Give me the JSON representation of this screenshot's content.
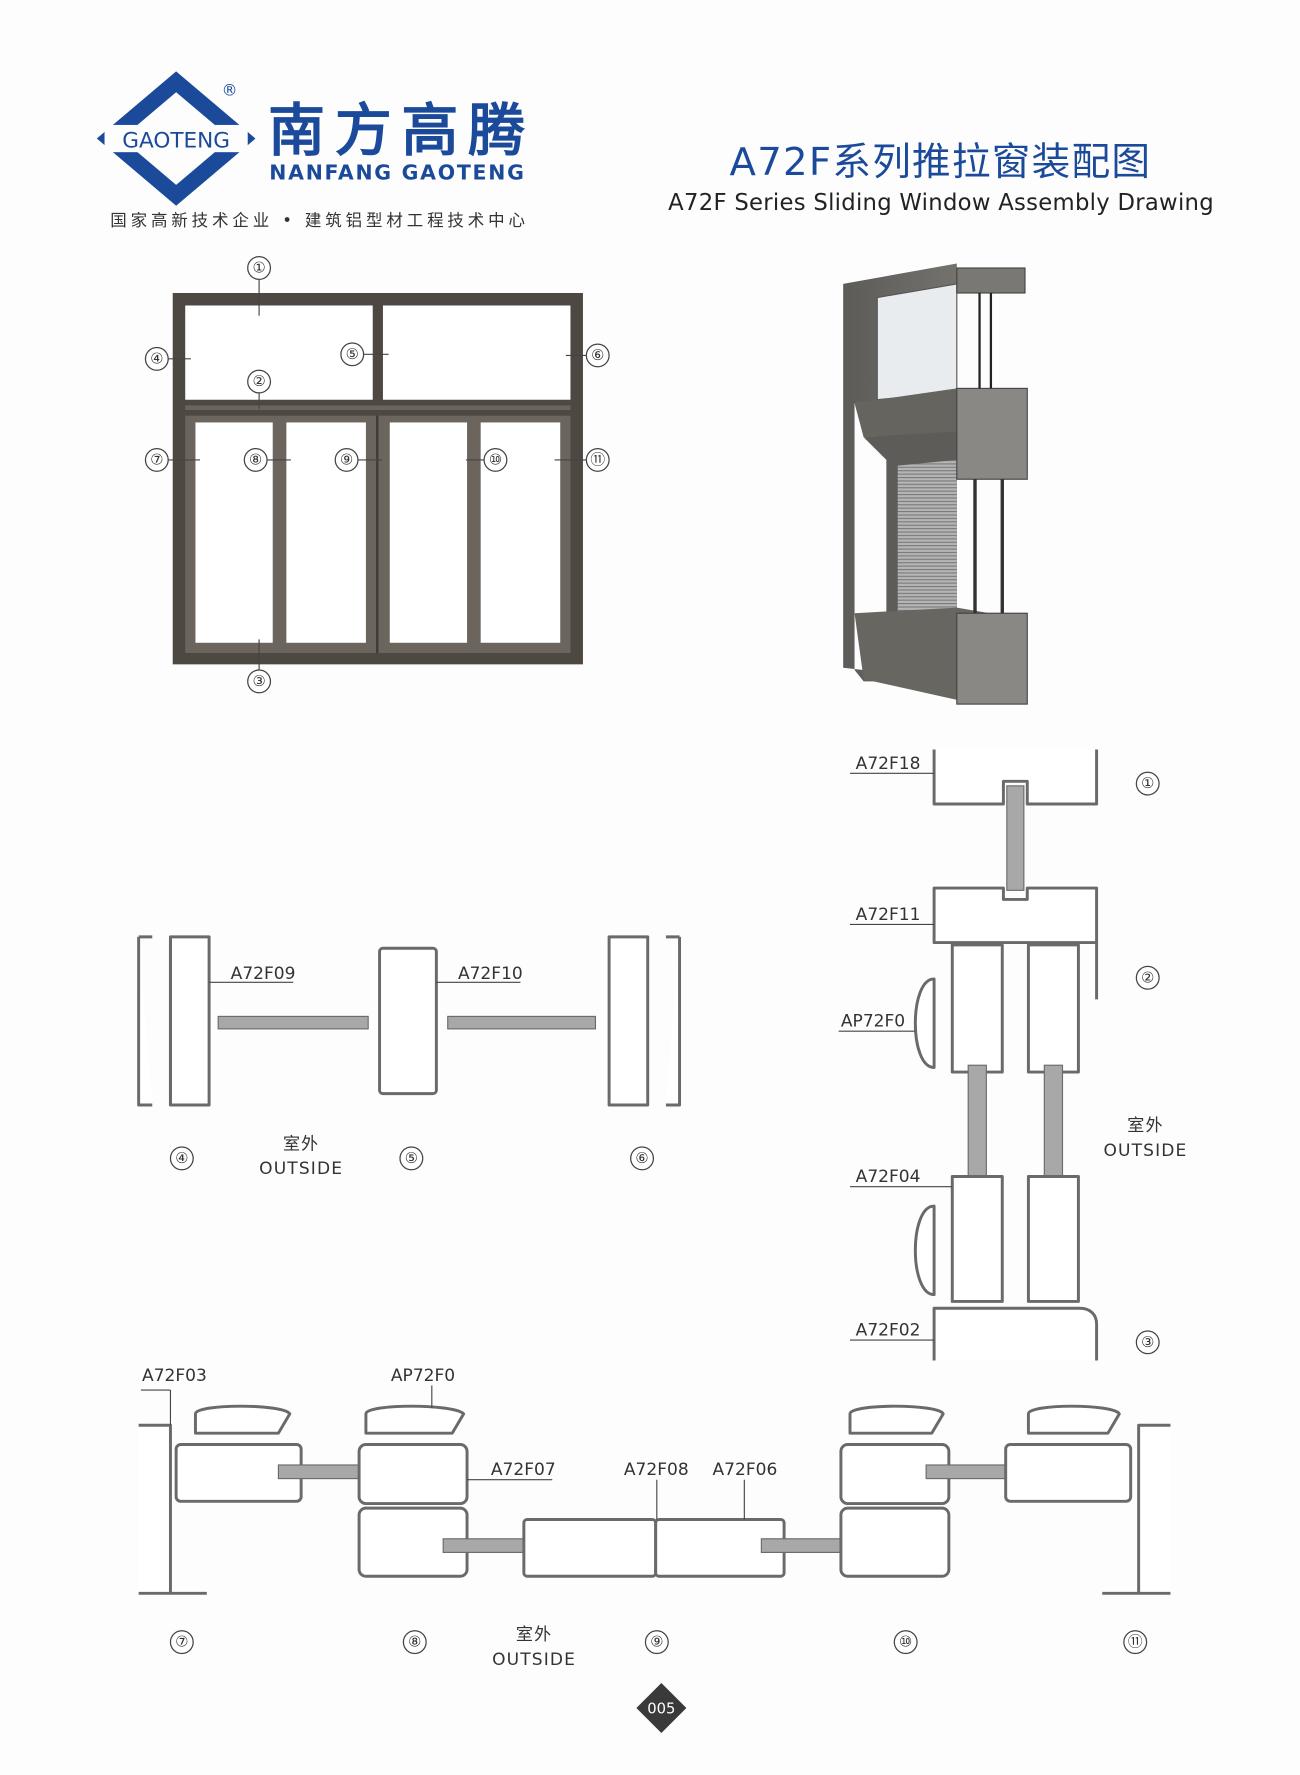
{
  "brand": {
    "logo_text": "GAOTENG",
    "registered": "®",
    "name_cn": "南方高腾",
    "name_en": "NANFANG GAOTENG",
    "tagline": "国家高新技术企业 • 建筑铝型材工程技术中心",
    "color": "#1b4a9b"
  },
  "title": {
    "cn": "A72F系列推拉窗装配图",
    "en": "A72F Series Sliding Window Assembly Drawing"
  },
  "elevation": {
    "callouts": [
      "①",
      "②",
      "③",
      "④",
      "⑤",
      "⑥",
      "⑦",
      "⑧",
      "⑨",
      "⑩",
      "⑪"
    ]
  },
  "horizontal_section": {
    "labels": [
      "A72F09",
      "A72F10"
    ],
    "callouts": [
      "④",
      "⑤",
      "⑥"
    ],
    "outside_cn": "室外",
    "outside_en": "OUTSIDE"
  },
  "vertical_section": {
    "labels": [
      "A72F18",
      "A72F11",
      "AP72F0",
      "A72F04",
      "A72F02"
    ],
    "callouts": [
      "①",
      "②",
      "③"
    ],
    "outside_cn": "室外",
    "outside_en": "OUTSIDE"
  },
  "bottom_section": {
    "labels": [
      "A72F03",
      "AP72F0",
      "A72F07",
      "A72F08",
      "A72F06"
    ],
    "callouts": [
      "⑦",
      "⑧",
      "⑨",
      "⑩",
      "⑪"
    ],
    "outside_cn": "室外",
    "outside_en": "OUTSIDE"
  },
  "page_number": "005"
}
